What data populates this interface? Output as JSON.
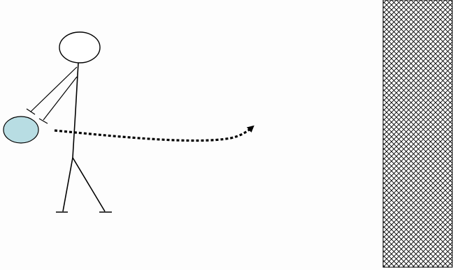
{
  "figure": {
    "figures": [
      "stick-figure",
      "ball",
      "trajectory-arrow",
      "wall"
    ],
    "colors": {
      "background": "#fdfdfd",
      "stroke": "#000000",
      "ball_fill": "#b8dde3",
      "wall_hatch": "#000000",
      "wall_fill": "#ffffff"
    },
    "wall_pattern": "crosshatch",
    "trajectory_style": "dotted-arrow"
  }
}
